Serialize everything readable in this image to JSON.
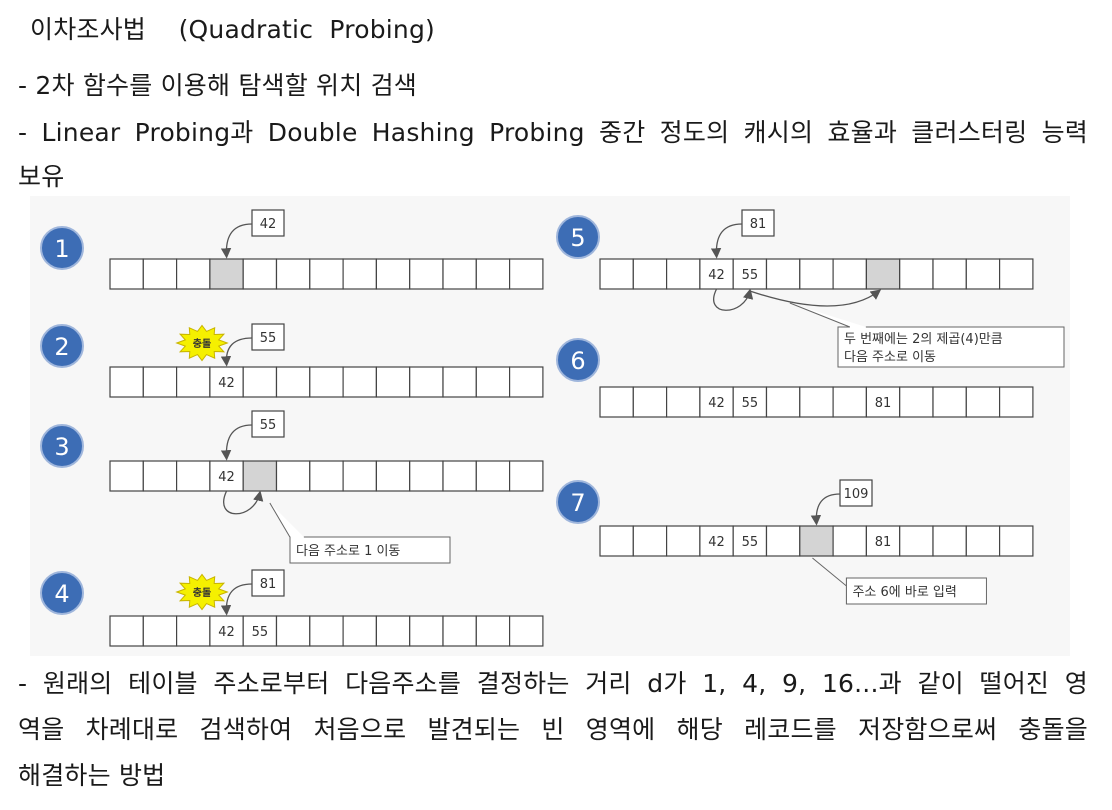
{
  "title": "이차조사법    (Quadratic  Probing)",
  "bullets": {
    "b1": "- 2차 함수를 이용해 탐색할 위치 검색",
    "b2_line1": "- Linear Probing과 Double Hashing Probing 중간 정도의 캐시의 효율과 클러스터링 능력",
    "b2_line2": "보유",
    "b3_line1": "- 원래의 테이블 주소로부터 다음주소를 결정하는 거리 d가 1, 4, 9, 16...과 같이 떨어진 영",
    "b3_line2": "역을 차례대로 검색하여 처음으로 발견되는 빈 영역에 해당 레코드를 저장함으로써 충돌을",
    "b3_line3": "해결하는 방법"
  },
  "diagram": {
    "colors": {
      "step_circle": "#3d6db5",
      "highlight_cell": "#d4d4d4",
      "collision_burst": "#f5f000",
      "line": "#555555"
    },
    "collision_label": "충돌",
    "steps": [
      {
        "number": "1",
        "incoming": "42",
        "cells": [
          "",
          "",
          "",
          "",
          "",
          "",
          "",
          "",
          "",
          "",
          "",
          "",
          ""
        ],
        "highlight": [
          3
        ]
      },
      {
        "number": "2",
        "incoming": "55",
        "collision": true,
        "cells": [
          "",
          "",
          "",
          "42",
          "",
          "",
          "",
          "",
          "",
          "",
          "",
          "",
          ""
        ],
        "highlight": []
      },
      {
        "number": "3",
        "incoming": "55",
        "cells": [
          "",
          "",
          "",
          "42",
          "",
          "",
          "",
          "",
          "",
          "",
          "",
          "",
          ""
        ],
        "highlight": [
          4
        ],
        "note": "다음 주소로 1 이동"
      },
      {
        "number": "4",
        "incoming": "81",
        "collision": true,
        "cells": [
          "",
          "",
          "",
          "42",
          "55",
          "",
          "",
          "",
          "",
          "",
          "",
          "",
          ""
        ],
        "highlight": []
      },
      {
        "number": "5",
        "incoming": "81",
        "cells": [
          "",
          "",
          "",
          "42",
          "55",
          "",
          "",
          "",
          "",
          "",
          "",
          "",
          ""
        ],
        "highlight": [
          8
        ],
        "note_line1": "두 번째에는 2의 제곱(4)만큼",
        "note_line2": "다음 주소로 이동"
      },
      {
        "number": "6",
        "cells": [
          "",
          "",
          "",
          "42",
          "55",
          "",
          "",
          "",
          "81",
          "",
          "",
          "",
          ""
        ],
        "highlight": []
      },
      {
        "number": "7",
        "incoming": "109",
        "cells": [
          "",
          "",
          "",
          "42",
          "55",
          "",
          "",
          "",
          "81",
          "",
          "",
          "",
          ""
        ],
        "highlight": [
          6
        ],
        "note": "주소 6에 바로 입력"
      }
    ]
  }
}
